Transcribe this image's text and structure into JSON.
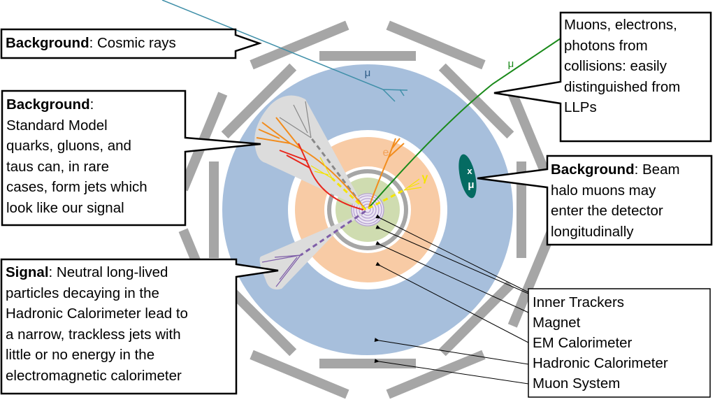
{
  "callouts": {
    "cosmic": {
      "bold": "Background",
      "rest": ": Cosmic rays"
    },
    "sm_jets": {
      "bold": "Background",
      "rest": ":",
      "lines": [
        "Standard Model",
        "quarks, gluons, and",
        "taus can, in rare",
        "cases, form jets which",
        "look like our signal"
      ]
    },
    "signal": {
      "bold": "Signal",
      "rest": ": Neutral long-lived",
      "lines": [
        "particles decaying in the",
        "Hadronic Calorimeter lead to",
        "a narrow, trackless jets with",
        "little or no energy in the",
        "electromagnetic calorimeter"
      ]
    },
    "collisions": {
      "lines": [
        "Muons, electrons,",
        "photons from",
        "collisions: easily",
        "distinguished from",
        "LLPs"
      ]
    },
    "beam_halo": {
      "bold": "Background",
      "rest": ": Beam",
      "lines": [
        "halo muons may",
        "enter the detector",
        "longitudinally"
      ]
    }
  },
  "legend": {
    "items": [
      "Inner Trackers",
      "Magnet",
      "EM Calorimeter",
      "Hadronic Calorimeter",
      "Muon System"
    ]
  },
  "particle_labels": {
    "cosmic_mu": "μ",
    "collision_mu": "μ",
    "electron": "e",
    "photon": "γ",
    "halo_x": "x",
    "halo_mu": "μ"
  },
  "colors": {
    "hadronic_calorimeter": "#a7bfdc",
    "em_calorimeter": "#f8cba5",
    "inner_tracker": "#cfdcb0",
    "magnet": "#a6a6a6",
    "muon_system": "#a6a6a6",
    "pixel_rings": "#b7a3d3",
    "jet_cone": "#dcdcdc",
    "cosmic_ray": "#3f8fa8",
    "collision_muon": "#1a8a1a",
    "electron": "#f28c1c",
    "photon": "#f5e400",
    "halo": "#056b62",
    "llp": "#7e5da8"
  }
}
